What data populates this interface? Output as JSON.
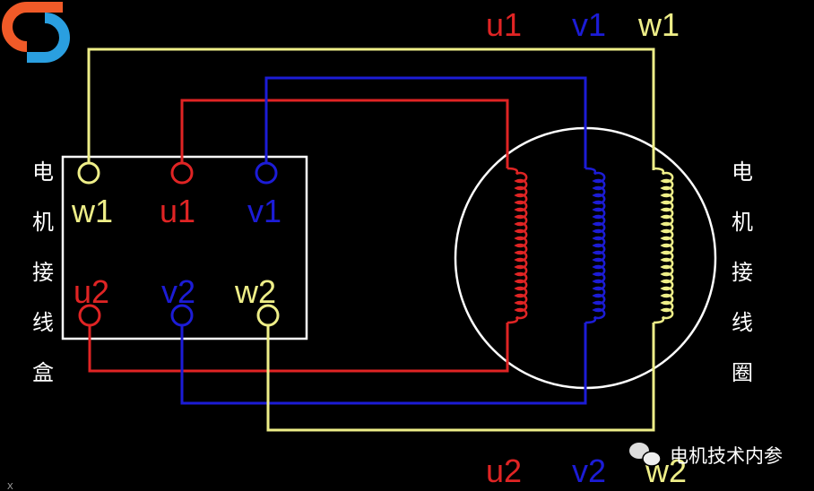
{
  "colors": {
    "u": "#e02424",
    "v": "#1c1cd6",
    "w": "#eeee88",
    "frame": "#ffffff",
    "logo_orange": "#f05a28",
    "logo_blue": "#2a9fe0"
  },
  "terminal_box": {
    "title_chars": [
      "电",
      "机",
      "接",
      "线",
      "盒"
    ],
    "top_labels": {
      "w1": "w1",
      "u1": "u1",
      "v1": "v1"
    },
    "bottom_labels": {
      "u2": "u2",
      "v2": "v2",
      "w2": "w2"
    }
  },
  "coil": {
    "title_chars": [
      "电",
      "机",
      "接",
      "线",
      "圈"
    ],
    "top_labels": {
      "u1": "u1",
      "v1": "v1",
      "w1": "w1"
    },
    "bottom_labels": {
      "u2": "u2",
      "v2": "v2",
      "w2": "w2"
    }
  },
  "watermark": {
    "text": "电机技术内参",
    "icon": "wechat-icon"
  },
  "corner_mark": "X"
}
